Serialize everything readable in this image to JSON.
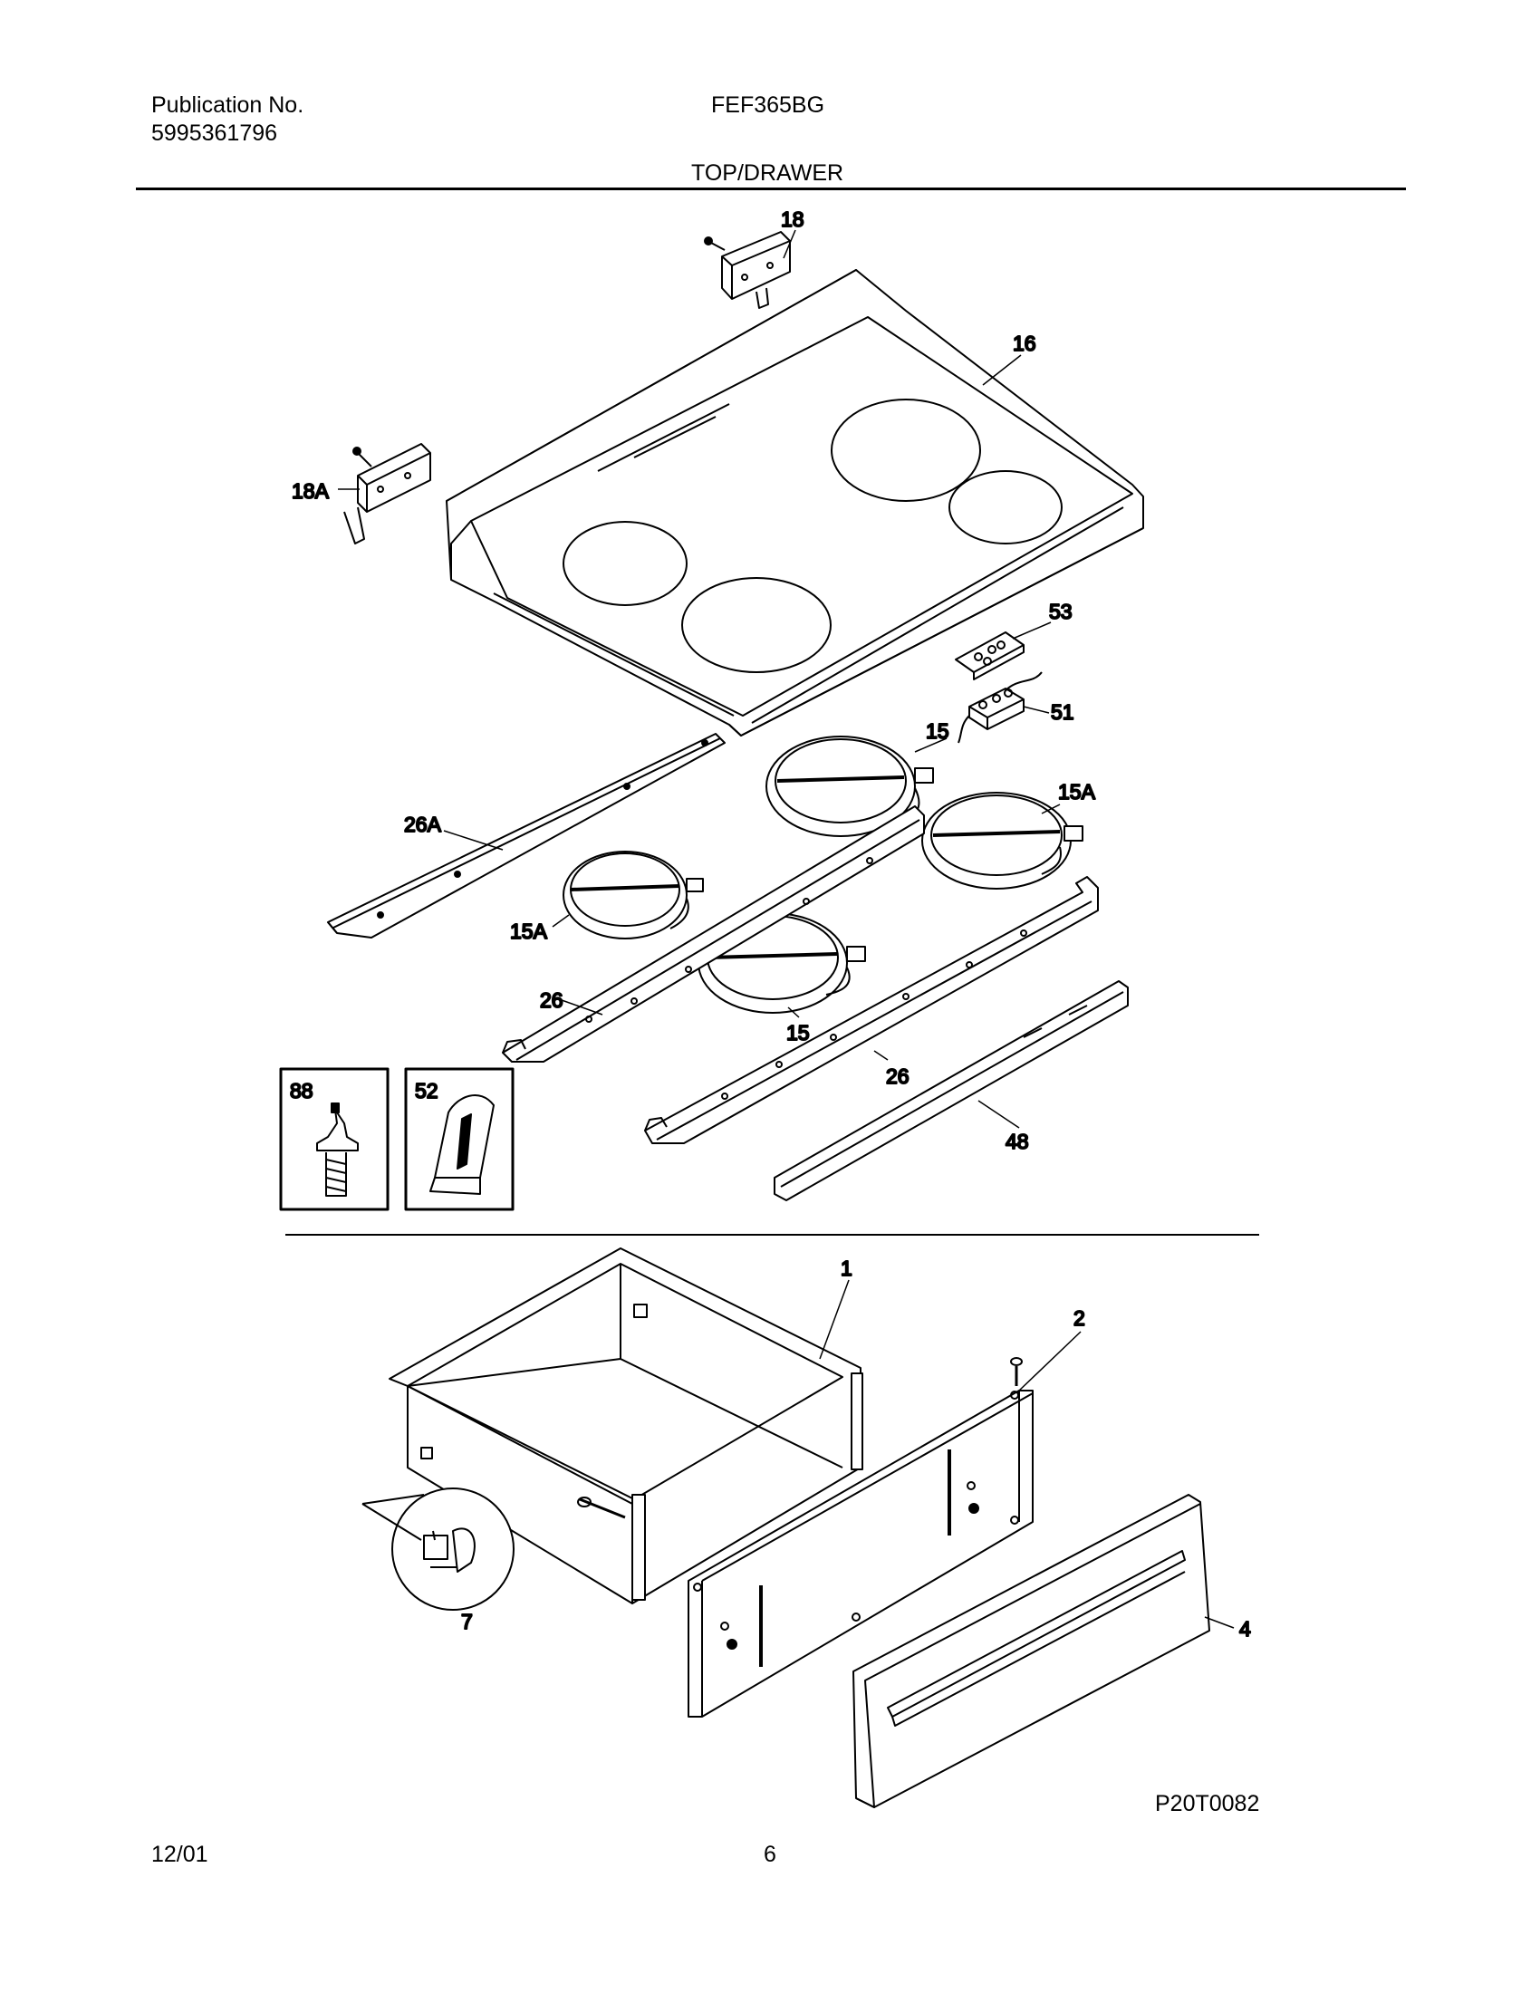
{
  "header": {
    "publication_label": "Publication No.",
    "publication_number": "5995361796",
    "model": "FEF365BG",
    "section_title": "TOP/DRAWER"
  },
  "callouts": {
    "hinge_right": "18",
    "hinge_left": "18A",
    "cooktop": "16",
    "terminal_cover": "53",
    "terminal_block": "51",
    "element_back_left": "15",
    "element_back_right": "15A",
    "element_front_left": "15A",
    "element_front_right": "15",
    "side_support": "26A",
    "support_left": "26",
    "support_right": "26",
    "trim_strip": "48",
    "screw_stud": "88",
    "clip": "52",
    "drawer": "1",
    "drawer_panel": "2",
    "drawer_front": "4",
    "roller": "7"
  },
  "footer": {
    "diagram_code": "P20T0082",
    "date": "12/01",
    "page_number": "6"
  }
}
